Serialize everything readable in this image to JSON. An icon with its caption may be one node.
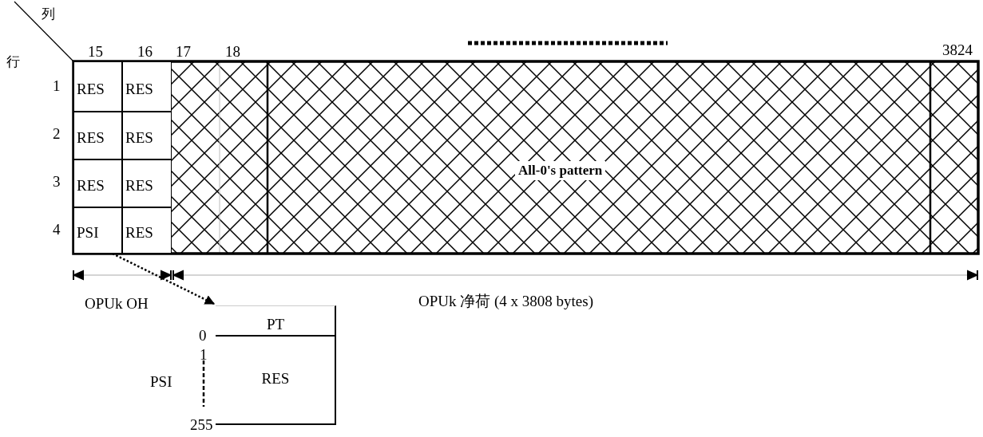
{
  "diagram": {
    "nodes": [
      {
        "text": [
          "RES"
        ]
      },
      {
        "text": [
          "RES"
        ]
      },
      {
        "text": [
          "RES"
        ]
      },
      {
        "text": [
          "RES"
        ]
      },
      {
        "text": [
          "RES"
        ]
      },
      {
        "text": [
          "RES"
        ]
      },
      {
        "text": [
          "PSI"
        ]
      },
      {
        "text": [
          "RES"
        ]
      },
      {
        "text": [
          "All-0's pattern"
        ]
      },
      {
        "text": [
          "PT",
          "RES"
        ]
      }
    ],
    "edges": [
      {
        "from": 6,
        "to": 9,
        "arrow": "to",
        "style": "dashed"
      }
    ],
    "labels": [
      "列",
      "行",
      "15",
      "16",
      "17",
      "18",
      "3824",
      "1",
      "2",
      "3",
      "4",
      "OPUk OH",
      "OPUk 净荷 (4 x 3808 bytes)",
      "0",
      "1",
      "PSI",
      "255"
    ]
  }
}
